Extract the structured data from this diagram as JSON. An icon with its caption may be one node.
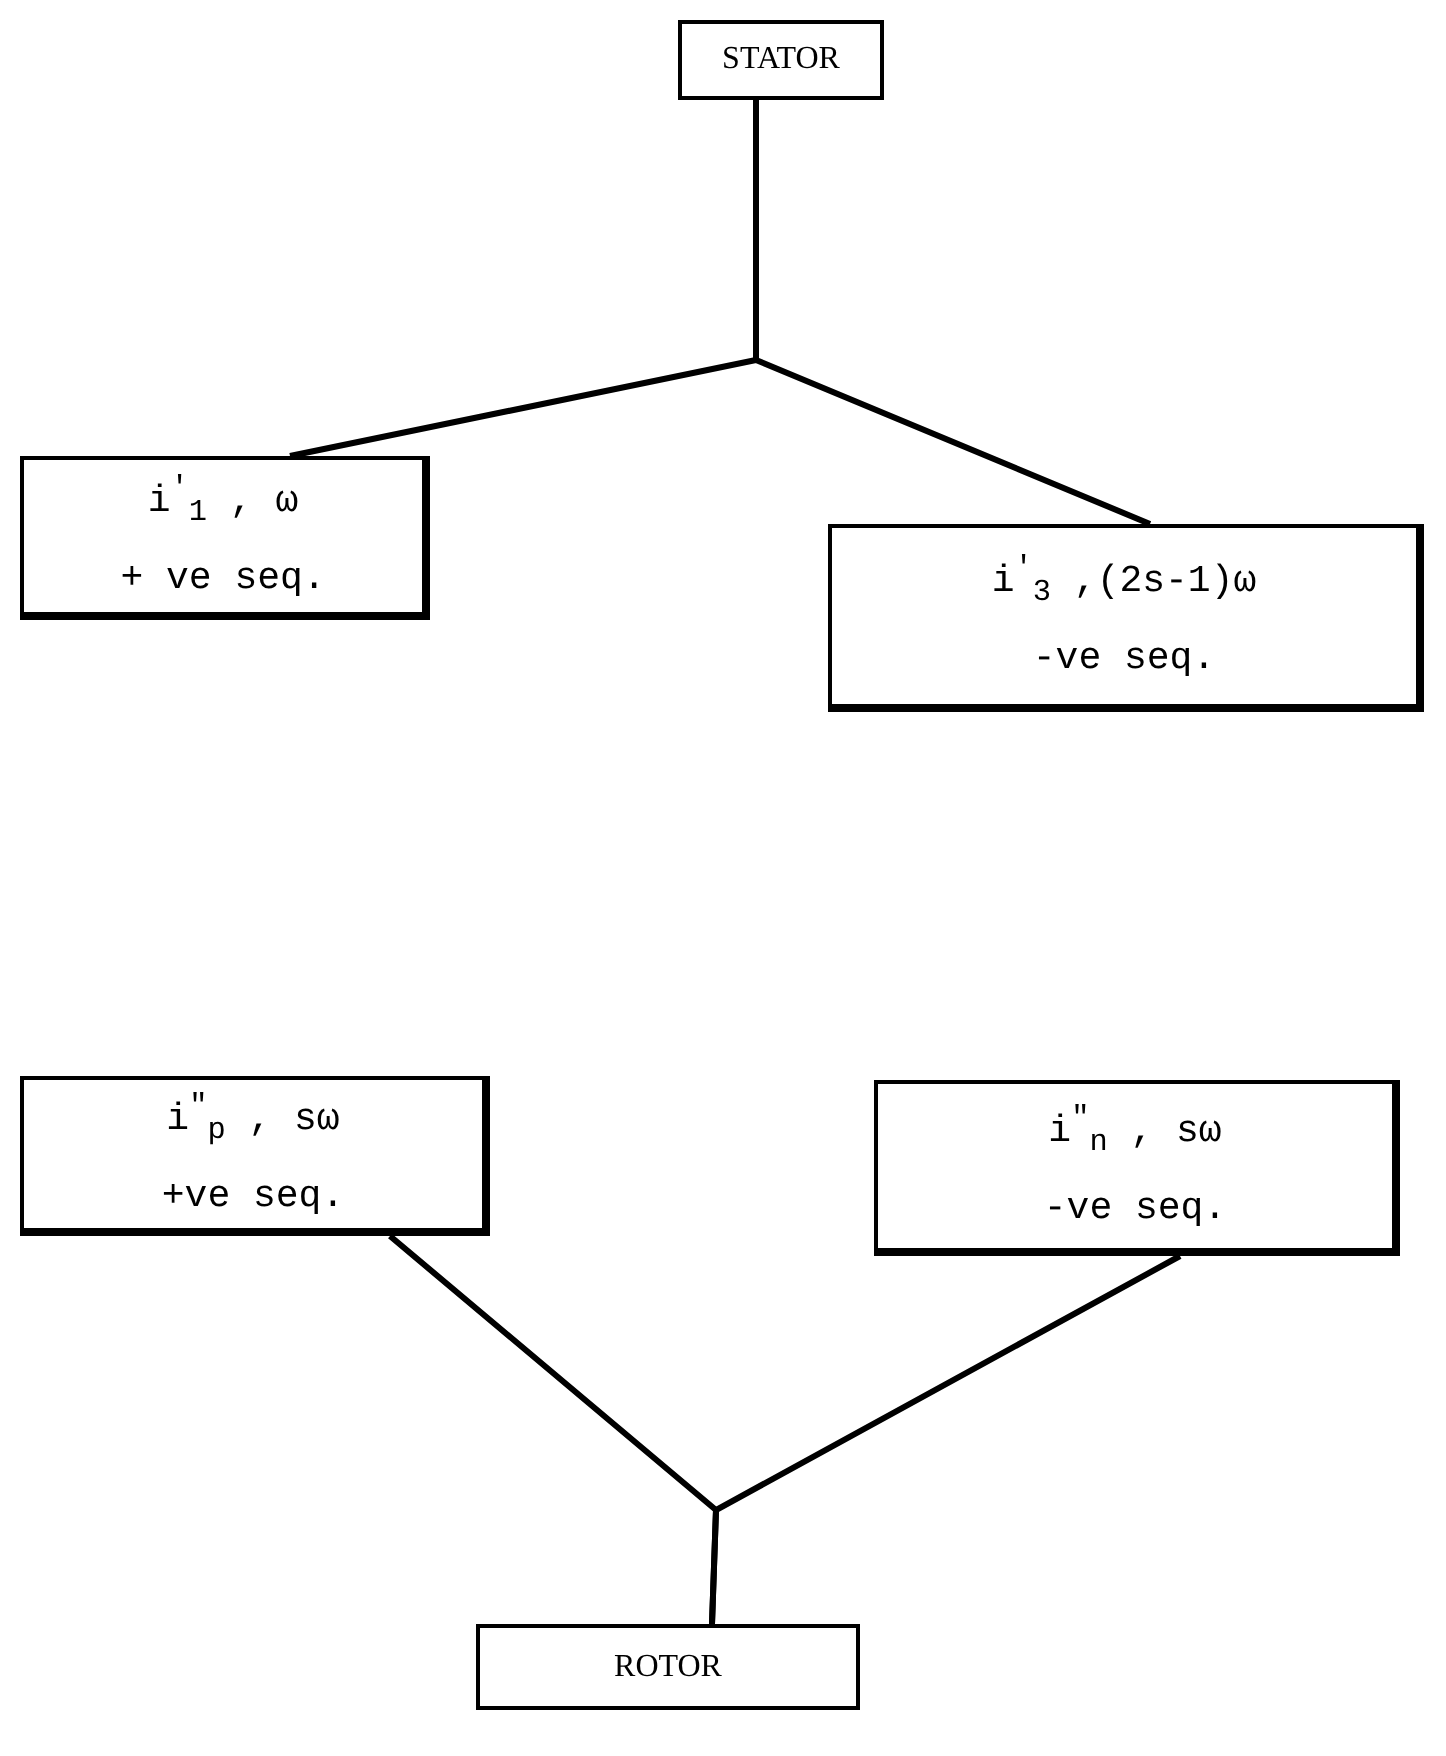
{
  "diagram": {
    "nodes": [
      {
        "text": [
          "STATOR"
        ]
      },
      {
        "text": [
          "i$^{'}$$_{1}$ , ω",
          "+ ve seq."
        ]
      },
      {
        "text": [
          "i$^{'}$$_{3}$ ,(2s-1)ω",
          "-ve seq."
        ]
      },
      {
        "text": [
          "i$^{\"}$$_{p}$ , sω",
          "+ve seq."
        ]
      },
      {
        "text": [
          "i$^{\"}$$_{n}$ , sω",
          "-ve seq."
        ]
      },
      {
        "text": [
          "ROTOR"
        ]
      }
    ],
    "edges": [
      {
        "from": 0,
        "to": 1,
        "arrow": "none"
      },
      {
        "from": 0,
        "to": 2,
        "arrow": "none"
      },
      {
        "from": 3,
        "to": 5,
        "arrow": "none"
      },
      {
        "from": 4,
        "to": 5,
        "arrow": "none"
      }
    ]
  }
}
